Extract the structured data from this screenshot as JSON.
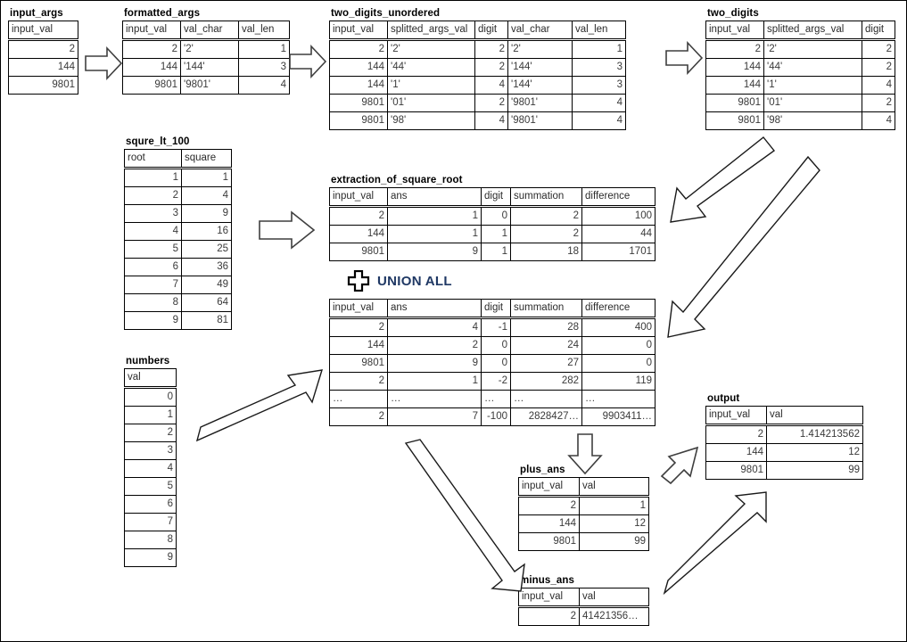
{
  "diagram": {
    "title": "SQL square root extraction dataflow",
    "union_label": "UNION ALL",
    "accent_color": "#1f3864"
  },
  "tables": {
    "input_args": {
      "name": "input_args",
      "columns": [
        "input_val"
      ],
      "align": [
        "num"
      ],
      "widths": [
        78
      ],
      "rows": [
        [
          "2"
        ],
        [
          "144"
        ],
        [
          "9801"
        ]
      ]
    },
    "formatted_args": {
      "name": "formatted_args",
      "columns": [
        "input_val",
        "val_char",
        "val_len"
      ],
      "align": [
        "num",
        "txt",
        "num"
      ],
      "widths": [
        65,
        65,
        57
      ],
      "rows": [
        [
          "2",
          "'2'",
          "1"
        ],
        [
          "144",
          "'144'",
          "3"
        ],
        [
          "9801",
          "'9801'",
          "4"
        ]
      ]
    },
    "two_digits_unordered": {
      "name": "two_digits_unordered",
      "columns": [
        "input_val",
        "splitted_args_val",
        "digit",
        "val_char",
        "val_len"
      ],
      "align": [
        "num",
        "txt",
        "num",
        "txt",
        "num"
      ],
      "widths": [
        65,
        98,
        37,
        72,
        60
      ],
      "rows": [
        [
          "2",
          "'2'",
          "2",
          "'2'",
          "1"
        ],
        [
          "144",
          "'44'",
          "2",
          "'144'",
          "3"
        ],
        [
          "144",
          "'1'",
          "4",
          "'144'",
          "3"
        ],
        [
          "9801",
          "'01'",
          "2",
          "'9801'",
          "4"
        ],
        [
          "9801",
          "'98'",
          "4",
          "'9801'",
          "4"
        ]
      ]
    },
    "two_digits": {
      "name": "two_digits",
      "columns": [
        "input_val",
        "splitted_args_val",
        "digit"
      ],
      "align": [
        "num",
        "txt",
        "num"
      ],
      "widths": [
        65,
        110,
        37
      ],
      "rows": [
        [
          "2",
          "'2'",
          "2"
        ],
        [
          "144",
          "'44'",
          "2"
        ],
        [
          "144",
          "'1'",
          "4"
        ],
        [
          "9801",
          "'01'",
          "2"
        ],
        [
          "9801",
          "'98'",
          "4"
        ]
      ]
    },
    "squre_lt_100": {
      "name": "squre_lt_100",
      "columns": [
        "root",
        "square"
      ],
      "align": [
        "num",
        "num"
      ],
      "widths": [
        64,
        56
      ],
      "rows": [
        [
          "1",
          "1"
        ],
        [
          "2",
          "4"
        ],
        [
          "3",
          "9"
        ],
        [
          "4",
          "16"
        ],
        [
          "5",
          "25"
        ],
        [
          "6",
          "36"
        ],
        [
          "7",
          "49"
        ],
        [
          "8",
          "64"
        ],
        [
          "9",
          "81"
        ]
      ]
    },
    "extraction_of_square_root": {
      "name": "extraction_of_square_root",
      "columns": [
        "input_val",
        "ans",
        "digit",
        "summation",
        "difference"
      ],
      "align": [
        "num",
        "num",
        "num",
        "num",
        "num"
      ],
      "widths": [
        65,
        105,
        33,
        80,
        82
      ],
      "rows": [
        [
          "2",
          "1",
          "0",
          "2",
          "100"
        ],
        [
          "144",
          "1",
          "1",
          "2",
          "44"
        ],
        [
          "9801",
          "9",
          "1",
          "18",
          "1701"
        ]
      ]
    },
    "union_result": {
      "name": "",
      "columns": [
        "input_val",
        "ans",
        "digit",
        "summation",
        "difference"
      ],
      "align": [
        "num",
        "num",
        "num",
        "num",
        "num"
      ],
      "widths": [
        65,
        105,
        33,
        80,
        82
      ],
      "rows": [
        [
          "2",
          "4",
          "-1",
          "28",
          "400"
        ],
        [
          "144",
          "2",
          "0",
          "24",
          "0"
        ],
        [
          "9801",
          "9",
          "0",
          "27",
          "0"
        ],
        [
          "2",
          "1",
          "-2",
          "282",
          "119"
        ],
        [
          "…",
          "…",
          "…",
          "…",
          "…"
        ],
        [
          "2",
          "7",
          "-100",
          "2828427…",
          "9903411…"
        ]
      ],
      "ellipsis_row_index": 4
    },
    "numbers": {
      "name": "numbers",
      "columns": [
        "val"
      ],
      "align": [
        "num"
      ],
      "widths": [
        58
      ],
      "rows": [
        [
          "0"
        ],
        [
          "1"
        ],
        [
          "2"
        ],
        [
          "3"
        ],
        [
          "4"
        ],
        [
          "5"
        ],
        [
          "6"
        ],
        [
          "7"
        ],
        [
          "8"
        ],
        [
          "9"
        ]
      ]
    },
    "plus_ans": {
      "name": "plus_ans",
      "columns": [
        "input_val",
        "val"
      ],
      "align": [
        "num",
        "num"
      ],
      "widths": [
        68,
        78
      ],
      "rows": [
        [
          "2",
          "1"
        ],
        [
          "144",
          "12"
        ],
        [
          "9801",
          "99"
        ]
      ]
    },
    "minus_ans": {
      "name": "minus_ans",
      "columns": [
        "input_val",
        "val"
      ],
      "align": [
        "num",
        "txt"
      ],
      "widths": [
        68,
        78
      ],
      "rows": [
        [
          "2",
          "41421356…"
        ]
      ]
    },
    "output": {
      "name": "output",
      "columns": [
        "input_val",
        "val"
      ],
      "align": [
        "num",
        "num"
      ],
      "widths": [
        68,
        108
      ],
      "rows": [
        [
          "2",
          "1.414213562"
        ],
        [
          "144",
          "12"
        ],
        [
          "9801",
          "99"
        ]
      ]
    }
  },
  "arrows": [
    {
      "id": "input-to-formatted",
      "kind": "block-right"
    },
    {
      "id": "formatted-to-two-digits-unordered",
      "kind": "block-right"
    },
    {
      "id": "two-digits-unordered-to-two-digits",
      "kind": "block-right"
    },
    {
      "id": "squre-lt-100-to-extraction",
      "kind": "block-right"
    },
    {
      "id": "two-digits-to-extraction",
      "kind": "diagonal-down-left"
    },
    {
      "id": "two-digits-to-union",
      "kind": "diagonal-down-left"
    },
    {
      "id": "numbers-to-union",
      "kind": "diagonal-up-right"
    },
    {
      "id": "union-to-plus-ans",
      "kind": "block-down"
    },
    {
      "id": "union-to-minus-ans",
      "kind": "diagonal-down-right"
    },
    {
      "id": "plus-ans-to-output",
      "kind": "block-up-right"
    },
    {
      "id": "minus-ans-to-output",
      "kind": "diagonal-up-right"
    }
  ]
}
